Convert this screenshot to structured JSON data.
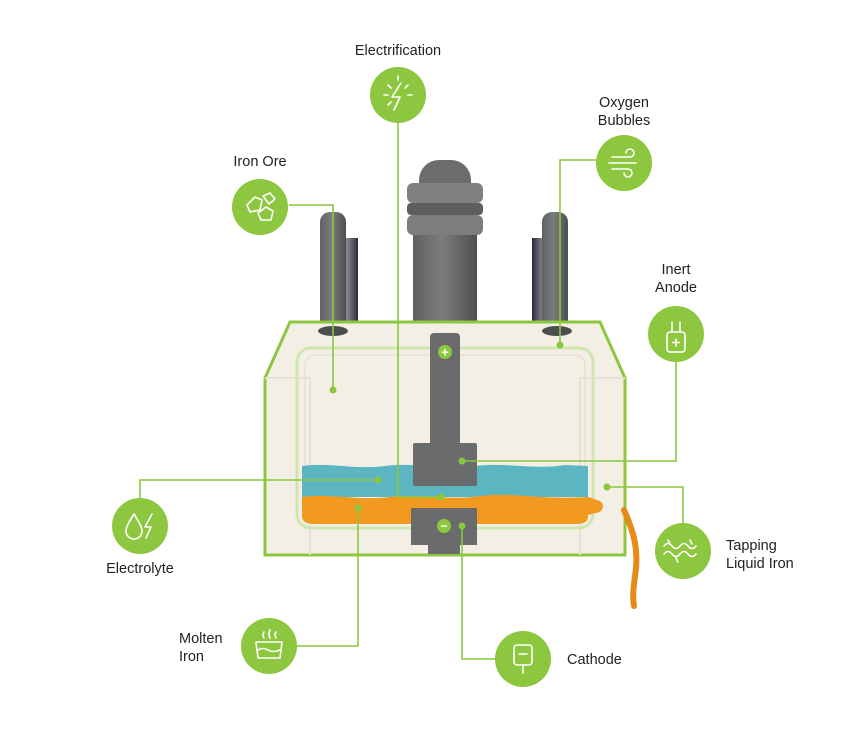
{
  "colors": {
    "accent_green": "#8dc63f",
    "connector_green": "#8cc63f",
    "electrolyte_blue": "#5bb6c2",
    "molten_iron_orange": "#f29a1f",
    "electrode_gray": "#6e6f71",
    "tank_fill": "#f3efe4"
  },
  "callouts": {
    "electrification": {
      "lines": [
        "Electrification"
      ],
      "icon": "lightning-icon"
    },
    "oxygen_bubbles": {
      "lines": [
        "Oxygen",
        "Bubbles"
      ],
      "icon": "wind-bubbles-icon"
    },
    "iron_ore": {
      "lines": [
        "Iron Ore"
      ],
      "icon": "ore-rocks-icon"
    },
    "inert_anode": {
      "lines": [
        "Inert",
        "Anode"
      ],
      "icon": "anode-plus-icon"
    },
    "electrolyte": {
      "lines": [
        "Electrolyte"
      ],
      "icon": "droplet-bolt-icon"
    },
    "tapping_liquid_iron": {
      "lines": [
        "Tapping",
        "Liquid Iron"
      ],
      "icon": "wavy-flow-icon"
    },
    "molten_iron": {
      "lines": [
        "Molten",
        "Iron"
      ],
      "icon": "crucible-steam-icon"
    },
    "cathode": {
      "lines": [
        "Cathode"
      ],
      "icon": "cathode-minus-icon"
    }
  },
  "symbols": {
    "anode_plus": "+",
    "cathode_minus": "−"
  }
}
